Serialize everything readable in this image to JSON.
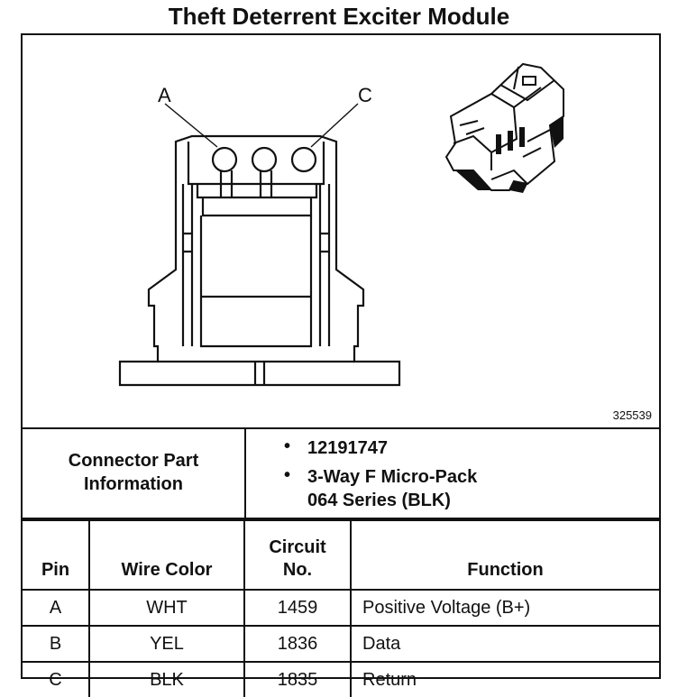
{
  "title": "Theft Deterrent Exciter Module",
  "diagram": {
    "ref_number": "325539",
    "pin_label_a": "A",
    "pin_label_c": "C"
  },
  "connector_info": {
    "label_line1": "Connector Part",
    "label_line2": "Information",
    "bullet": "•",
    "part_number": "12191747",
    "desc_line1": "3-Way F Micro-Pack",
    "desc_line2": "064 Series (BLK)"
  },
  "table": {
    "headers": {
      "pin": "Pin",
      "wire_color": "Wire Color",
      "circuit_line1": "Circuit",
      "circuit_line2": "No.",
      "function": "Function"
    },
    "rows": [
      {
        "pin": "A",
        "wire_color": "WHT",
        "circuit": "1459",
        "function": "Positive Voltage (B+)"
      },
      {
        "pin": "B",
        "wire_color": "YEL",
        "circuit": "1836",
        "function": "Data"
      },
      {
        "pin": "C",
        "wire_color": "BLK",
        "circuit": "1835",
        "function": "Return"
      }
    ]
  }
}
